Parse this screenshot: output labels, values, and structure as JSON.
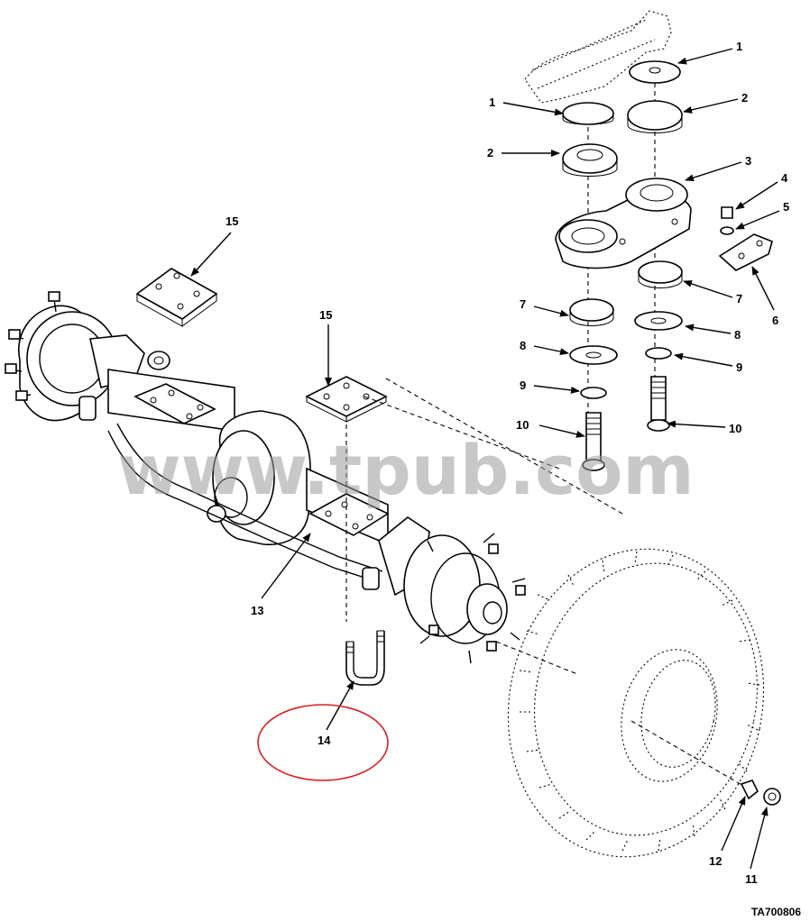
{
  "watermark": "www.tpub.com",
  "drawing_id": "TA700806",
  "callouts": [
    "1",
    "2",
    "3",
    "4",
    "5",
    "6",
    "7",
    "8",
    "9",
    "10",
    "11",
    "12",
    "13",
    "14",
    "15"
  ],
  "highlight_color": "#d62020"
}
